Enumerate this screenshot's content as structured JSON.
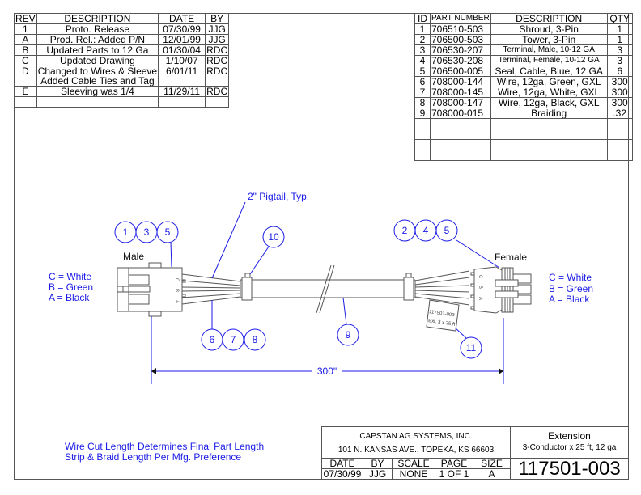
{
  "revision_table": {
    "headers": [
      "REV",
      "DESCRIPTION",
      "DATE",
      "BY"
    ],
    "rows": [
      {
        "rev": "1",
        "description": "Proto. Release",
        "date": "07/30/99",
        "by": "JJG"
      },
      {
        "rev": "A",
        "description": "Prod. Rel.: Added P/N",
        "date": "12/01/99",
        "by": "JJG"
      },
      {
        "rev": "B",
        "description": "Updated Parts to 12 Ga",
        "date": "01/30/04",
        "by": "RDC"
      },
      {
        "rev": "C",
        "description": "Updated Drawing",
        "date": "1/10/07",
        "by": "RDC"
      },
      {
        "rev": "D",
        "description": "Changed to Wires & Sleeve",
        "description2": "Added Cable Ties and Tag",
        "date": "6/01/11",
        "by": "RDC"
      },
      {
        "rev": "E",
        "description": "Sleeving was 1/4",
        "date": "11/29/11",
        "by": "RDC"
      },
      {
        "rev": "",
        "description": "",
        "date": "",
        "by": ""
      }
    ]
  },
  "bom_table": {
    "headers": [
      "ID",
      "PART NUMBER",
      "DESCRIPTION",
      "QTY"
    ],
    "rows": [
      {
        "id": "1",
        "part": "706510-503",
        "description": "Shroud, 3-Pin",
        "qty": "1"
      },
      {
        "id": "2",
        "part": "706500-503",
        "description": "Tower, 3-Pin",
        "qty": "1"
      },
      {
        "id": "3",
        "part": "706530-207",
        "description": "Terminal, Male, 10-12 GA",
        "qty": "3"
      },
      {
        "id": "4",
        "part": "706530-208",
        "description": "Terminal, Female, 10-12 GA",
        "qty": "3"
      },
      {
        "id": "5",
        "part": "706500-005",
        "description": "Seal, Cable, Blue, 12 GA",
        "qty": "6"
      },
      {
        "id": "6",
        "part": "708000-144",
        "description": "Wire, 12ga, Green, GXL",
        "qty": "300"
      },
      {
        "id": "7",
        "part": "708000-145",
        "description": "Wire, 12ga, White, GXL",
        "qty": "300"
      },
      {
        "id": "8",
        "part": "708000-147",
        "description": "Wire, 12ga, Black, GXL",
        "qty": "300"
      },
      {
        "id": "9",
        "part": "708000-015",
        "description": "Braiding",
        "qty": ".32"
      },
      {
        "id": "",
        "part": "",
        "description": "",
        "qty": ""
      },
      {
        "id": "",
        "part": "",
        "description": "",
        "qty": ""
      },
      {
        "id": "",
        "part": "",
        "description": "",
        "qty": ""
      },
      {
        "id": "",
        "part": "",
        "description": "",
        "qty": ""
      }
    ]
  },
  "drawing": {
    "pigtail_note": "2\" Pigtail, Typ.",
    "male_label": "Male",
    "female_label": "Female",
    "pin_legend": [
      "C = White",
      "B = Green",
      "A = Black"
    ],
    "pin_letters": [
      "C",
      "B",
      "A"
    ],
    "length_dimension": "300\"",
    "tag_text": [
      "117501-003",
      "Ext. 3 x 25 ft"
    ],
    "balloons": {
      "male_group": [
        "1",
        "3",
        "5"
      ],
      "female_group": [
        "2",
        "4",
        "5"
      ],
      "wire_group": [
        "6",
        "7",
        "8"
      ],
      "cable_tie": "10",
      "braiding": "9",
      "tag": "11"
    },
    "colors": {
      "annotation": "#1a1ae6",
      "line": "#555555"
    }
  },
  "notes": [
    "Wire Cut Length Determines Final Part Length",
    "Strip & Braid Length Per Mfg. Preference"
  ],
  "title_block": {
    "company": "CAPSTAN AG SYSTEMS, INC.",
    "address": "101 N. KANSAS AVE., TOPEKA, KS 66603",
    "title": "Extension",
    "subtitle": "3-Conductor x 25 ft, 12 ga",
    "fields": [
      {
        "label": "DATE",
        "value": "07/30/99"
      },
      {
        "label": "BY",
        "value": "JJG"
      },
      {
        "label": "SCALE",
        "value": "NONE"
      },
      {
        "label": "PAGE",
        "value": "1 OF 1"
      },
      {
        "label": "SIZE",
        "value": "A"
      }
    ],
    "part_number": "117501-003"
  }
}
